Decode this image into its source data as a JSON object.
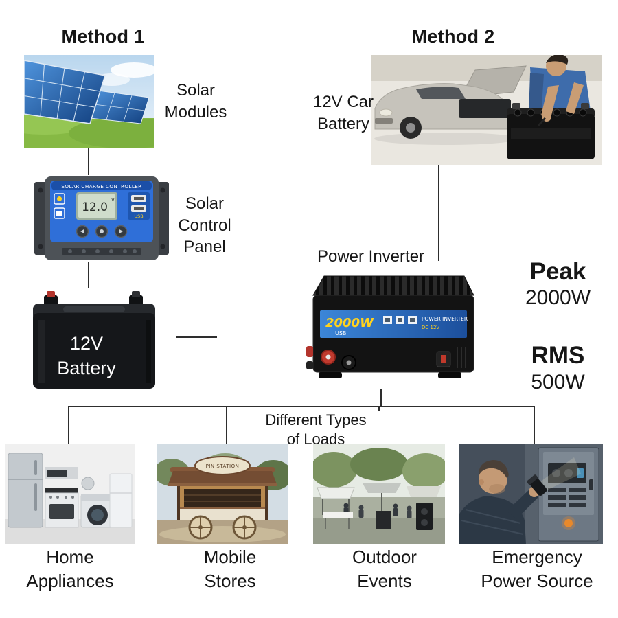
{
  "method1": {
    "title": "Method 1",
    "solar_modules": "Solar\nModules",
    "control_panel": "Solar\nControl\nPanel",
    "battery": "12V\nBattery"
  },
  "method2": {
    "title": "Method 2",
    "car_battery": "12V Car\nBattery"
  },
  "inverter": {
    "label": "Power Inverter",
    "peak_label": "Peak",
    "peak_value": "2000W",
    "rms_label": "RMS",
    "rms_value": "500W",
    "front_power": "2000W",
    "front_usb": "USB",
    "front_line1": "POWER INVERTER",
    "front_line2": "DC 12V"
  },
  "controller": {
    "header": "SOLAR CHARGE CONTROLLER",
    "lcd": "12.0",
    "lcd_unit": "V",
    "usb": "USB"
  },
  "store": {
    "sign": "PIN STATION"
  },
  "loads": {
    "title": "Different Types\nof Loads",
    "items": [
      "Home\nAppliances",
      "Mobile\nStores",
      "Outdoor\nEvents",
      "Emergency\nPower Source"
    ]
  },
  "colors": {
    "connector_line": "#2e2e2e",
    "text": "#161616",
    "controller_blue": "#2f6fd8",
    "inverter_label_blue": "#2a6fc4",
    "accent_yellow": "#ffd21e",
    "grass_green": "#86b944"
  }
}
